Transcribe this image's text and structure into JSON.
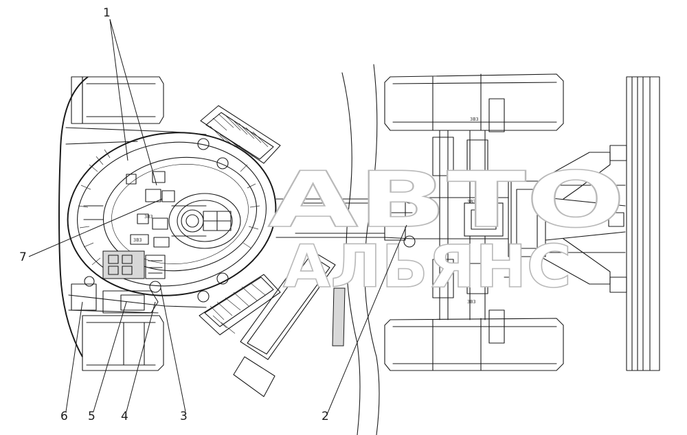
{
  "callouts": {
    "c1": "1",
    "c2": "2",
    "c3": "3",
    "c4": "4",
    "c5": "5",
    "c6": "6",
    "c7": "7"
  },
  "watermark": {
    "line1": "АВТО",
    "line2": "АЛЬЯНС"
  },
  "colors": {
    "line": "#1a1a1a",
    "watermark_outline": "#b9b9b9",
    "background": "#ffffff"
  }
}
